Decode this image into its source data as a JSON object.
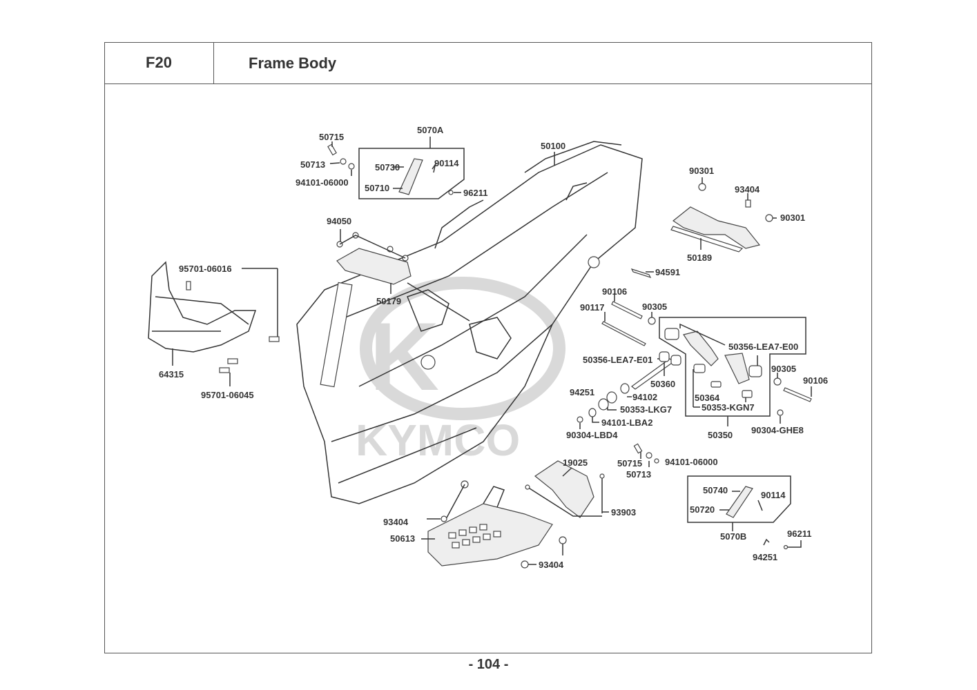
{
  "header": {
    "section_code": "F20",
    "section_title": "Frame Body"
  },
  "watermark": "KYMCO",
  "page_number": "- 104 -",
  "callouts": [
    {
      "id": "50715a",
      "label": "50715"
    },
    {
      "id": "50713a",
      "label": "50713"
    },
    {
      "id": "94101-06000a",
      "label": "94101-06000"
    },
    {
      "id": "5070A",
      "label": "5070A"
    },
    {
      "id": "50730",
      "label": "50730"
    },
    {
      "id": "50710",
      "label": "50710"
    },
    {
      "id": "90114a",
      "label": "90114"
    },
    {
      "id": "96211a",
      "label": "96211"
    },
    {
      "id": "50100",
      "label": "50100"
    },
    {
      "id": "90301a",
      "label": "90301"
    },
    {
      "id": "93404a",
      "label": "93404"
    },
    {
      "id": "90301b",
      "label": "90301"
    },
    {
      "id": "50189",
      "label": "50189"
    },
    {
      "id": "94591",
      "label": "94591"
    },
    {
      "id": "94050",
      "label": "94050"
    },
    {
      "id": "50179",
      "label": "50179"
    },
    {
      "id": "95701-06016",
      "label": "95701-06016"
    },
    {
      "id": "64315",
      "label": "64315"
    },
    {
      "id": "95701-06045",
      "label": "95701-06045"
    },
    {
      "id": "90106a",
      "label": "90106"
    },
    {
      "id": "90117",
      "label": "90117"
    },
    {
      "id": "90305a",
      "label": "90305"
    },
    {
      "id": "50356-LEA7-E00",
      "label": "50356-LEA7-E00"
    },
    {
      "id": "50356-LEA7-E01",
      "label": "50356-LEA7-E01"
    },
    {
      "id": "50360",
      "label": "50360"
    },
    {
      "id": "90305b",
      "label": "90305"
    },
    {
      "id": "90106b",
      "label": "90106"
    },
    {
      "id": "94251a",
      "label": "94251"
    },
    {
      "id": "94102",
      "label": "94102"
    },
    {
      "id": "50353-LKG7",
      "label": "50353-LKG7"
    },
    {
      "id": "94101-LBA2",
      "label": "94101-LBA2"
    },
    {
      "id": "90304-LBD4",
      "label": "90304-LBD4"
    },
    {
      "id": "50364",
      "label": "50364"
    },
    {
      "id": "50353-KGN7",
      "label": "50353-KGN7"
    },
    {
      "id": "50350",
      "label": "50350"
    },
    {
      "id": "90304-GHE8",
      "label": "90304-GHE8"
    },
    {
      "id": "19025",
      "label": "19025"
    },
    {
      "id": "50715b",
      "label": "50715"
    },
    {
      "id": "50713b",
      "label": "50713"
    },
    {
      "id": "94101-06000b",
      "label": "94101-06000"
    },
    {
      "id": "93903",
      "label": "93903"
    },
    {
      "id": "93404b",
      "label": "93404"
    },
    {
      "id": "50613",
      "label": "50613"
    },
    {
      "id": "93404c",
      "label": "93404"
    },
    {
      "id": "50740",
      "label": "50740"
    },
    {
      "id": "90114b",
      "label": "90114"
    },
    {
      "id": "50720",
      "label": "50720"
    },
    {
      "id": "5070B",
      "label": "5070B"
    },
    {
      "id": "96211b",
      "label": "96211"
    },
    {
      "id": "94251b",
      "label": "94251"
    }
  ]
}
